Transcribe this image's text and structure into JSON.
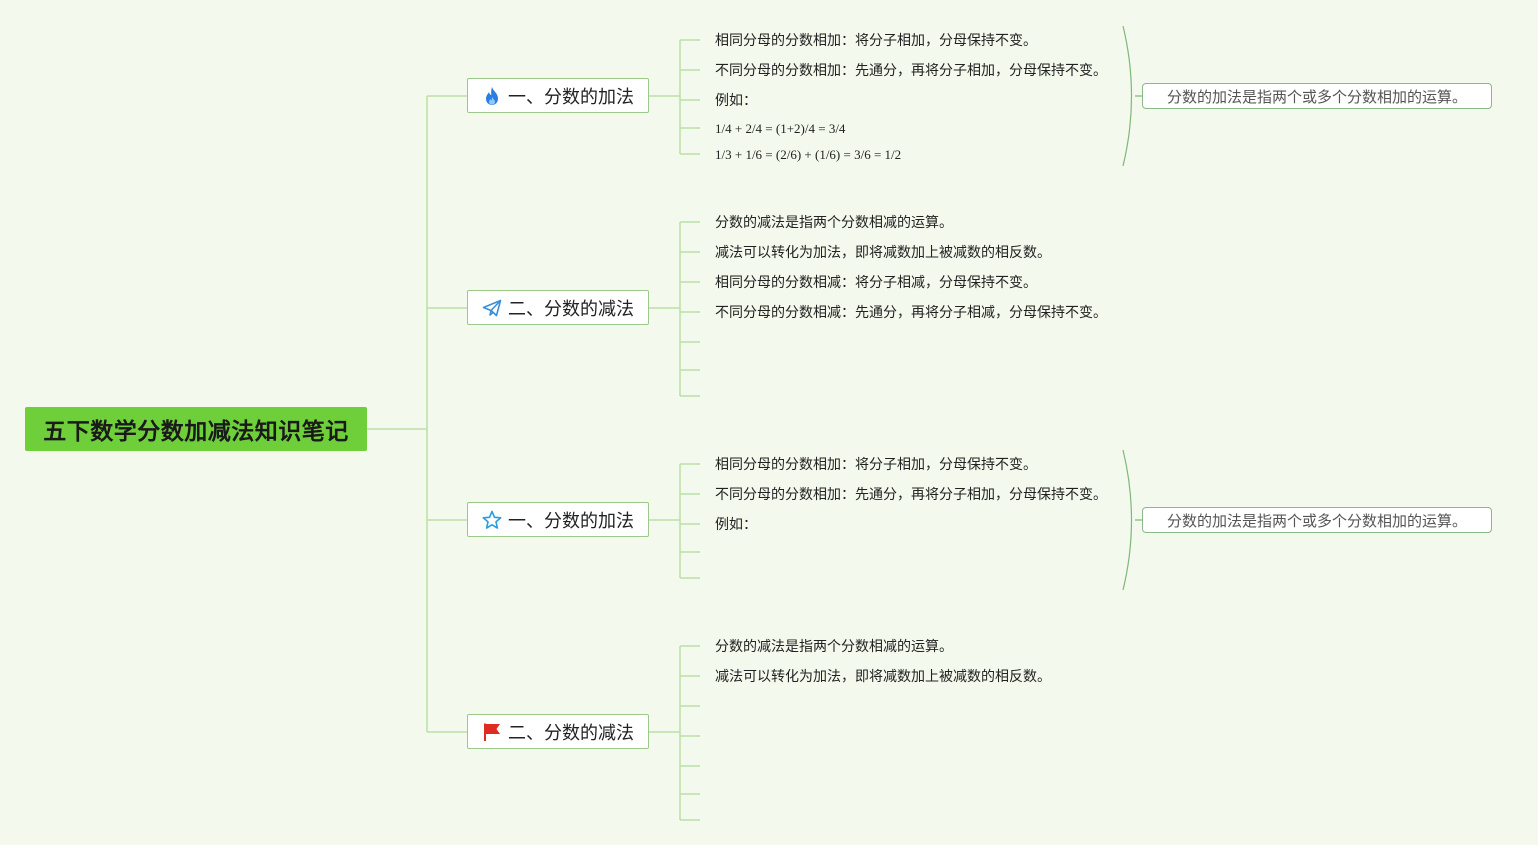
{
  "root": {
    "title": "五下数学分数加减法知识笔记"
  },
  "branches": [
    {
      "label": "一、分数的加法",
      "icon": "fire-icon",
      "icon_color": "#2a7de1",
      "items": [
        "相同分母的分数相加：将分子相加，分母保持不变。",
        "不同分母的分数相加：先通分，再将分子相加，分母保持不变。",
        "例如：",
        "1/4 + 2/4 = (1+2)/4 = 3/4",
        "1/3 + 1/6 = (2/6) + (1/6) = 3/6 = 1/2"
      ],
      "summary": "分数的加法是指两个或多个分数相加的运算。"
    },
    {
      "label": "二、分数的减法",
      "icon": "paper-plane-icon",
      "icon_color": "#3a8fd9",
      "items": [
        "分数的减法是指两个分数相减的运算。",
        "减法可以转化为加法，即将减数加上被减数的相反数。",
        "相同分母的分数相减：将分子相减，分母保持不变。",
        "不同分母的分数相减：先通分，再将分子相减，分母保持不变。"
      ]
    },
    {
      "label": "一、分数的加法",
      "icon": "star-icon",
      "icon_color": "#2a9de1",
      "items": [
        "相同分母的分数相加：将分子相加，分母保持不变。",
        "不同分母的分数相加：先通分，再将分子相加，分母保持不变。",
        "例如："
      ],
      "summary": "分数的加法是指两个或多个分数相加的运算。"
    },
    {
      "label": "二、分数的减法",
      "icon": "flag-icon",
      "icon_color": "#e02b20",
      "items": [
        "分数的减法是指两个分数相减的运算。",
        "减法可以转化为加法，即将减数加上被减数的相反数。"
      ]
    }
  ],
  "colors": {
    "background": "#f3f9ec",
    "root_fill": "#6fcf3a",
    "connector": "#b9e0a5"
  }
}
